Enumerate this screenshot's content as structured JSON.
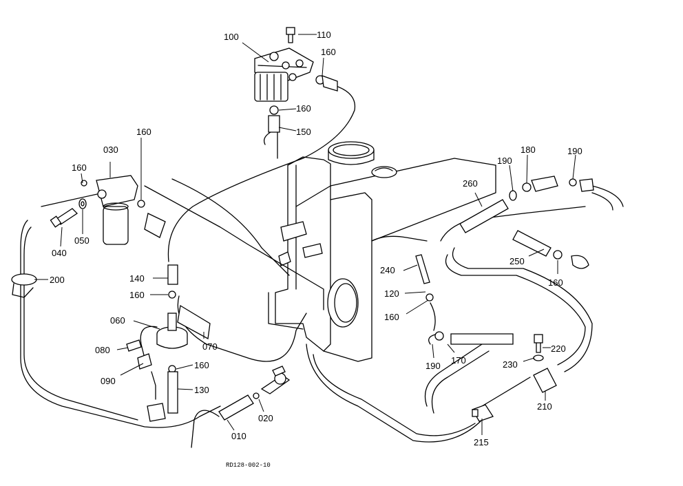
{
  "diagram": {
    "code": "RD128-002-10",
    "parts": [
      {
        "id": "p100",
        "label": "100"
      },
      {
        "id": "p110",
        "label": "110"
      },
      {
        "id": "p160a",
        "label": "160"
      },
      {
        "id": "p160b",
        "label": "160"
      },
      {
        "id": "p150",
        "label": "150"
      },
      {
        "id": "p160c",
        "label": "160"
      },
      {
        "id": "p030",
        "label": "030"
      },
      {
        "id": "p160d",
        "label": "160"
      },
      {
        "id": "p040",
        "label": "040"
      },
      {
        "id": "p050",
        "label": "050"
      },
      {
        "id": "p200",
        "label": "200"
      },
      {
        "id": "p140",
        "label": "140"
      },
      {
        "id": "p160e",
        "label": "160"
      },
      {
        "id": "p060",
        "label": "060"
      },
      {
        "id": "p070",
        "label": "070"
      },
      {
        "id": "p080",
        "label": "080"
      },
      {
        "id": "p090",
        "label": "090"
      },
      {
        "id": "p160f",
        "label": "160"
      },
      {
        "id": "p130",
        "label": "130"
      },
      {
        "id": "p010",
        "label": "010"
      },
      {
        "id": "p020",
        "label": "020"
      },
      {
        "id": "p240",
        "label": "240"
      },
      {
        "id": "p120",
        "label": "120"
      },
      {
        "id": "p160g",
        "label": "160"
      },
      {
        "id": "p190a",
        "label": "190"
      },
      {
        "id": "p170",
        "label": "170"
      },
      {
        "id": "p260",
        "label": "260"
      },
      {
        "id": "p190b",
        "label": "190"
      },
      {
        "id": "p180",
        "label": "180"
      },
      {
        "id": "p190c",
        "label": "190"
      },
      {
        "id": "p250",
        "label": "250"
      },
      {
        "id": "p160h",
        "label": "160"
      },
      {
        "id": "p220",
        "label": "220"
      },
      {
        "id": "p230",
        "label": "230"
      },
      {
        "id": "p210",
        "label": "210"
      },
      {
        "id": "p215",
        "label": "215"
      }
    ]
  }
}
